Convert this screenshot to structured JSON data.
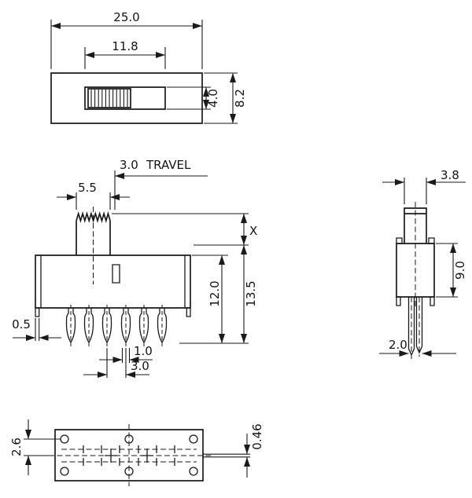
{
  "drawing": {
    "background": "#ffffff",
    "line_color": "#1a1a1a",
    "top_view": {
      "overall_width": "25.0",
      "knob_width": "11.8",
      "slot_height": "4.0",
      "body_height": "8.2"
    },
    "front_view": {
      "travel_value": "3.0",
      "travel_label": "TRAVEL",
      "actuator_width": "5.5",
      "height_x": "X",
      "body_height": "12.0",
      "overall_height": "13.5",
      "frame_thickness": "0.5",
      "pin_width": "1.0",
      "pin_pitch": "3.0"
    },
    "side_view": {
      "actuator_depth": "3.8",
      "body_depth": "9.0",
      "pin_span": "2.0"
    },
    "bottom_view": {
      "hole_offset": "2.6",
      "terminal_thickness": "0.46"
    }
  }
}
